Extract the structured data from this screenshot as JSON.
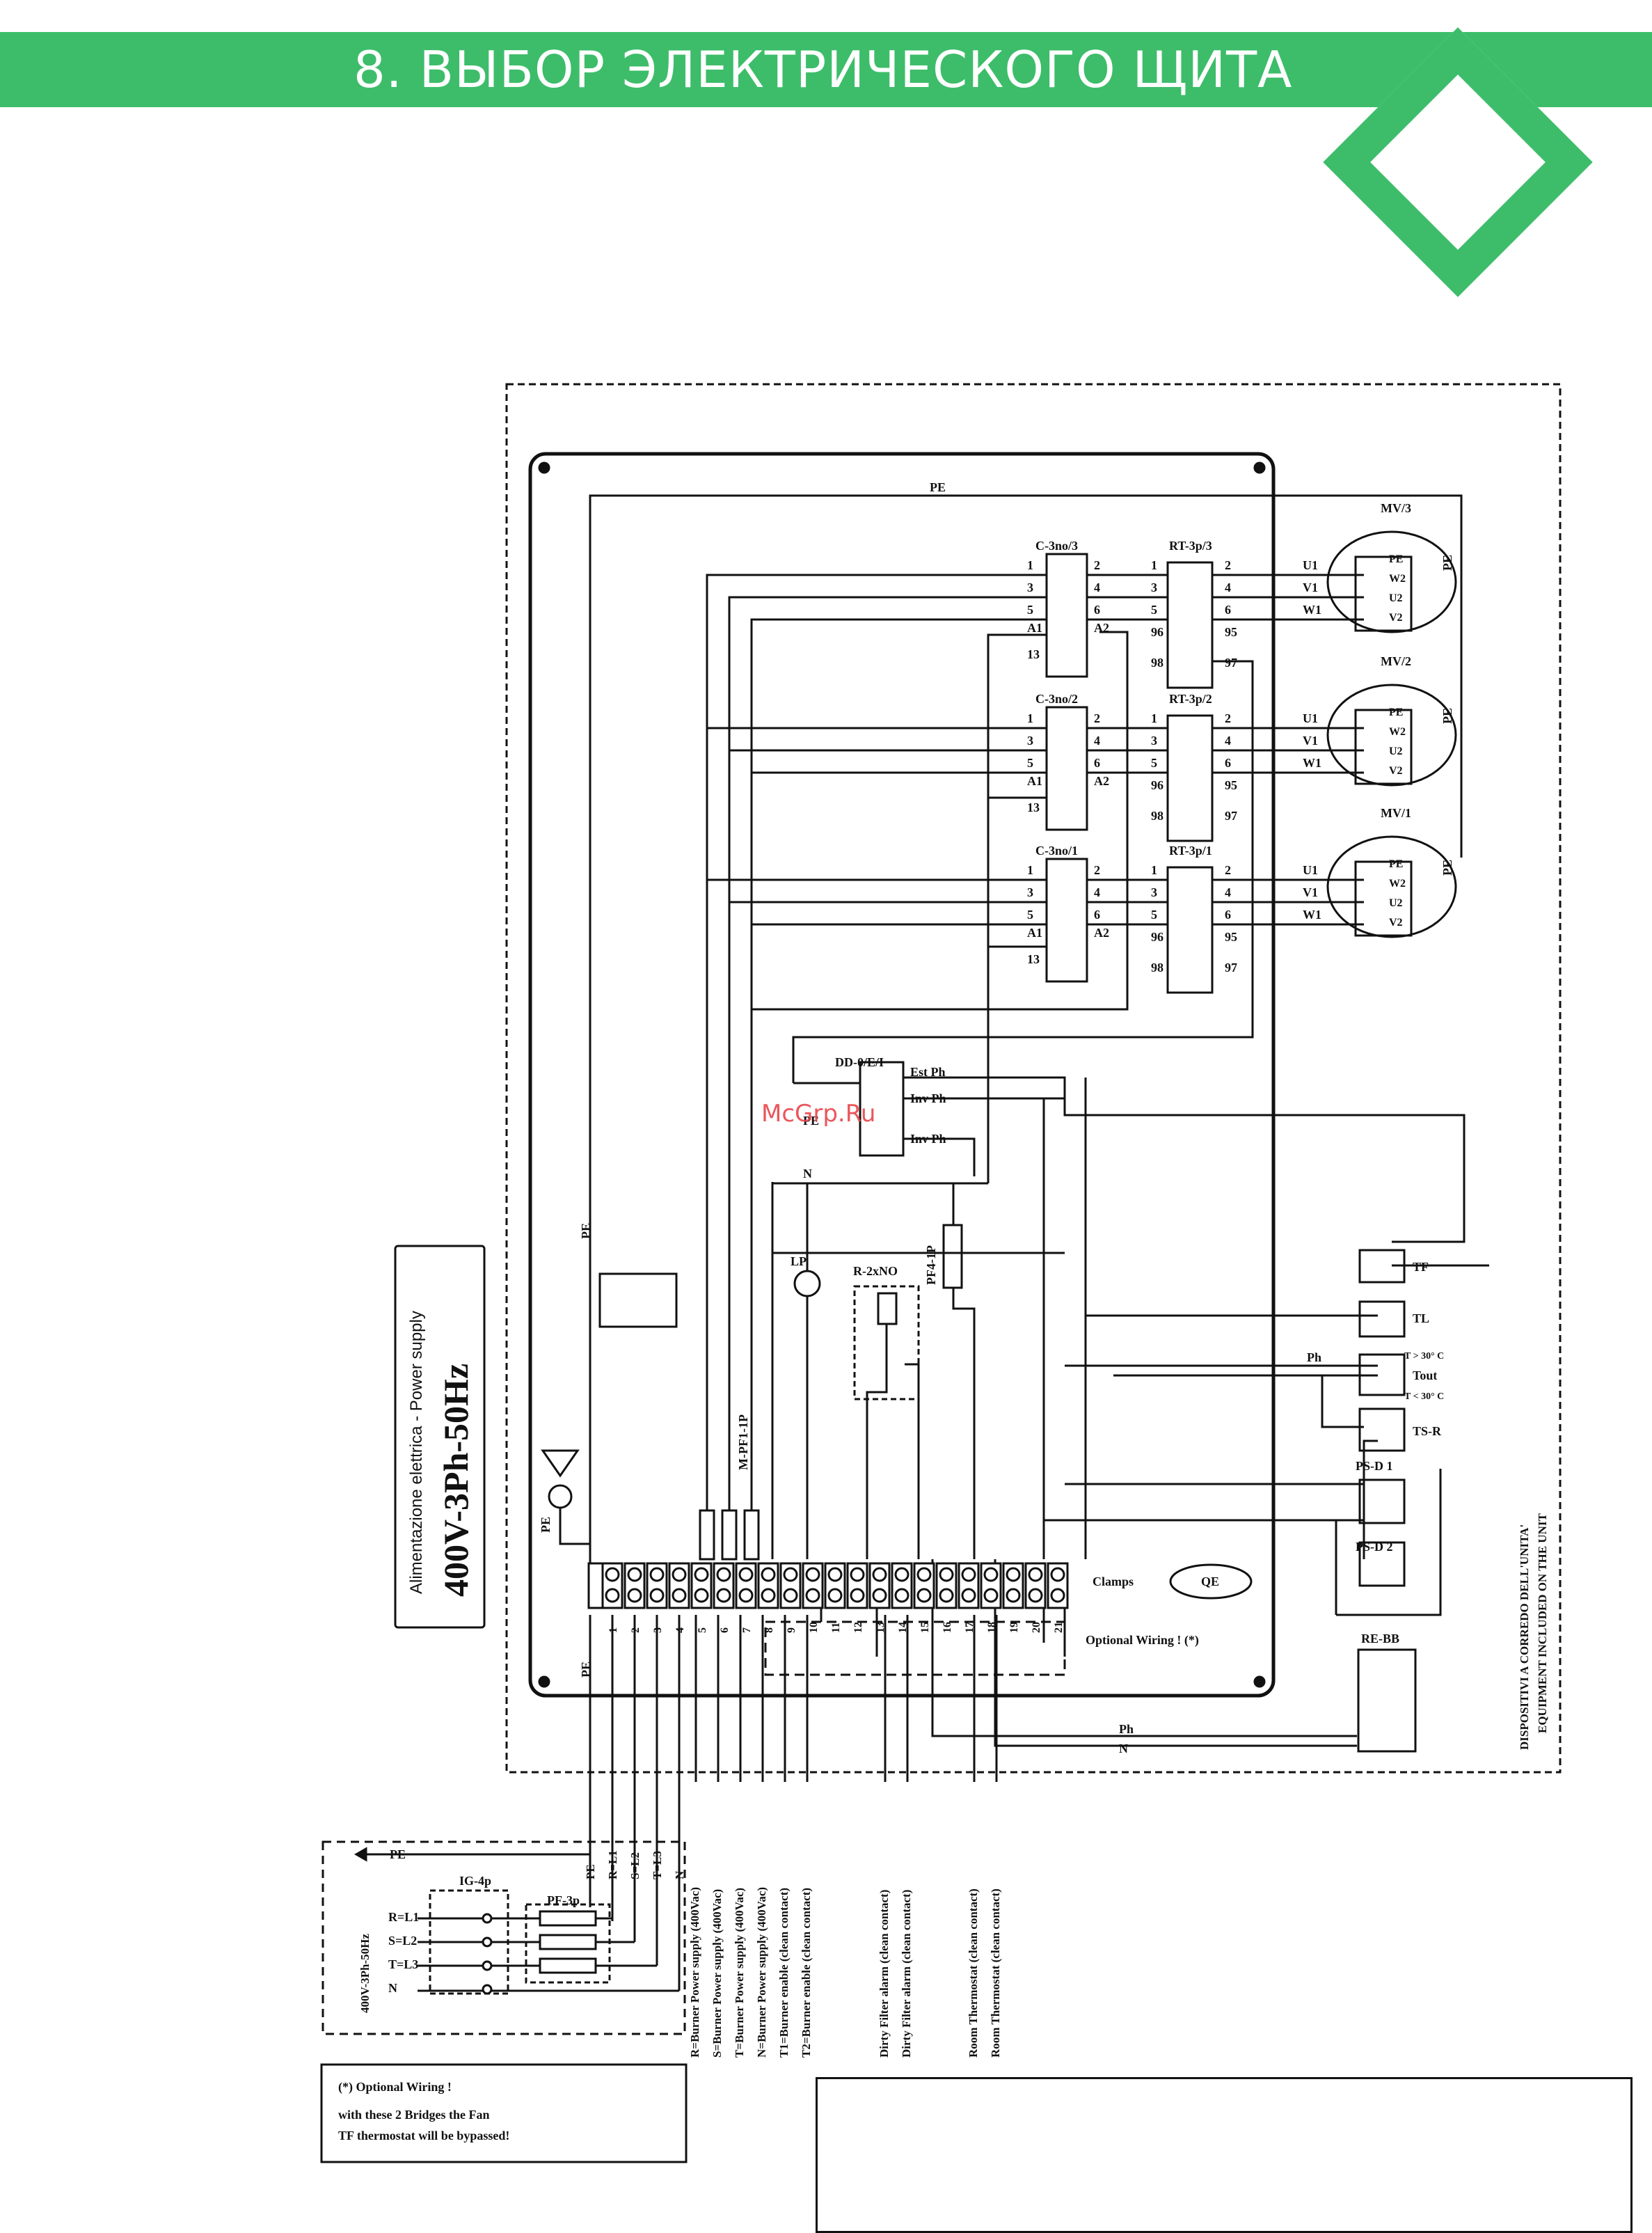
{
  "header": {
    "title": "8. ВЫБОР ЭЛЕКТРИЧЕСКОГО ЩИТА"
  },
  "watermark": "McGrp.Ru",
  "power_supply": {
    "caption": "Alimentazione elettrica - Power supply",
    "rating": "400V-3Ph-50Hz"
  },
  "labels": {
    "pe": "PE",
    "n": "N",
    "ph": "Ph",
    "clamps": "Clamps",
    "qe": "QE",
    "optional_wiring": "Optional Wiring ! (*)",
    "m_pf1": "M-PF1-1P",
    "pf4": "PF4-1P",
    "lp": "LP",
    "r2xno": "R-2xNO",
    "dd": "DD-0/E/I",
    "est_ph": "Est Ph",
    "inv_ph": "Inv Ph",
    "re_bb": "RE-BB",
    "equipment_it": "DISPOSITIVI A CORREDO DELL'UNITA'",
    "equipment_en": "EQUIPMENT INCLUDED ON THE UNIT"
  },
  "contactors": [
    {
      "name": "C-3no/3",
      "relay": "RT-3p/3",
      "motor": "MV/3"
    },
    {
      "name": "C-3no/2",
      "relay": "RT-3p/2",
      "motor": "MV/2"
    },
    {
      "name": "C-3no/1",
      "relay": "RT-3p/1",
      "motor": "MV/1"
    }
  ],
  "contactor_pins_left": [
    "1",
    "3",
    "5",
    "A1",
    "13"
  ],
  "contactor_pins_right": [
    "2",
    "4",
    "6",
    "A2"
  ],
  "relay_pins_left": [
    "1",
    "3",
    "5",
    "96",
    "98"
  ],
  "relay_pins_right": [
    "2",
    "4",
    "6",
    "95",
    "97"
  ],
  "motor_phases": [
    "U1",
    "V1",
    "W1"
  ],
  "motor_pins": [
    "PE",
    "W2",
    "U2",
    "V2"
  ],
  "sensors": {
    "tf": "TF",
    "tl": "TL",
    "tout": "Tout",
    "t_high": "T > 30° C",
    "t_low": "T < 30° C",
    "ts_r": "TS-R",
    "psd1": "PS-D 1",
    "psd2": "PS-D 2"
  },
  "terminals": [
    "1",
    "2",
    "3",
    "4",
    "5",
    "6",
    "7",
    "8",
    "9",
    "10",
    "11",
    "12",
    "13",
    "14",
    "15",
    "16",
    "17",
    "18",
    "19",
    "20",
    "21"
  ],
  "terminal_descriptions": [
    "R=Burner Power supply (400Vac)",
    "S=Burner Power supply (400Vac)",
    "T=Burner Power supply (400Vac)",
    "N=Burner Power supply (400Vac)",
    "T1=Burner enable (clean contact)",
    "T2=Burner enable (clean contact)",
    "Dirty Filter alarm (clean contact)",
    "Dirty Filter alarm (clean contact)",
    "Room Thermostat (clean contact)",
    "Room Thermostat (clean contact)"
  ],
  "supply_lines": [
    "R=L1",
    "S=L2",
    "T=L3",
    "N"
  ],
  "supply_vertical": [
    "PE",
    "R=L1",
    "S=L2",
    "T=L3",
    "N"
  ],
  "mains": {
    "rating": "400V-3Ph-50Hz",
    "ig": "IG-4p",
    "pf": "PF-3p",
    "pe": "PE"
  },
  "optional_note": {
    "line1": "(*) Optional Wiring !",
    "line2": "with these 2 Bridges the Fan",
    "line3": "TF thermostat will be bypassed!"
  }
}
